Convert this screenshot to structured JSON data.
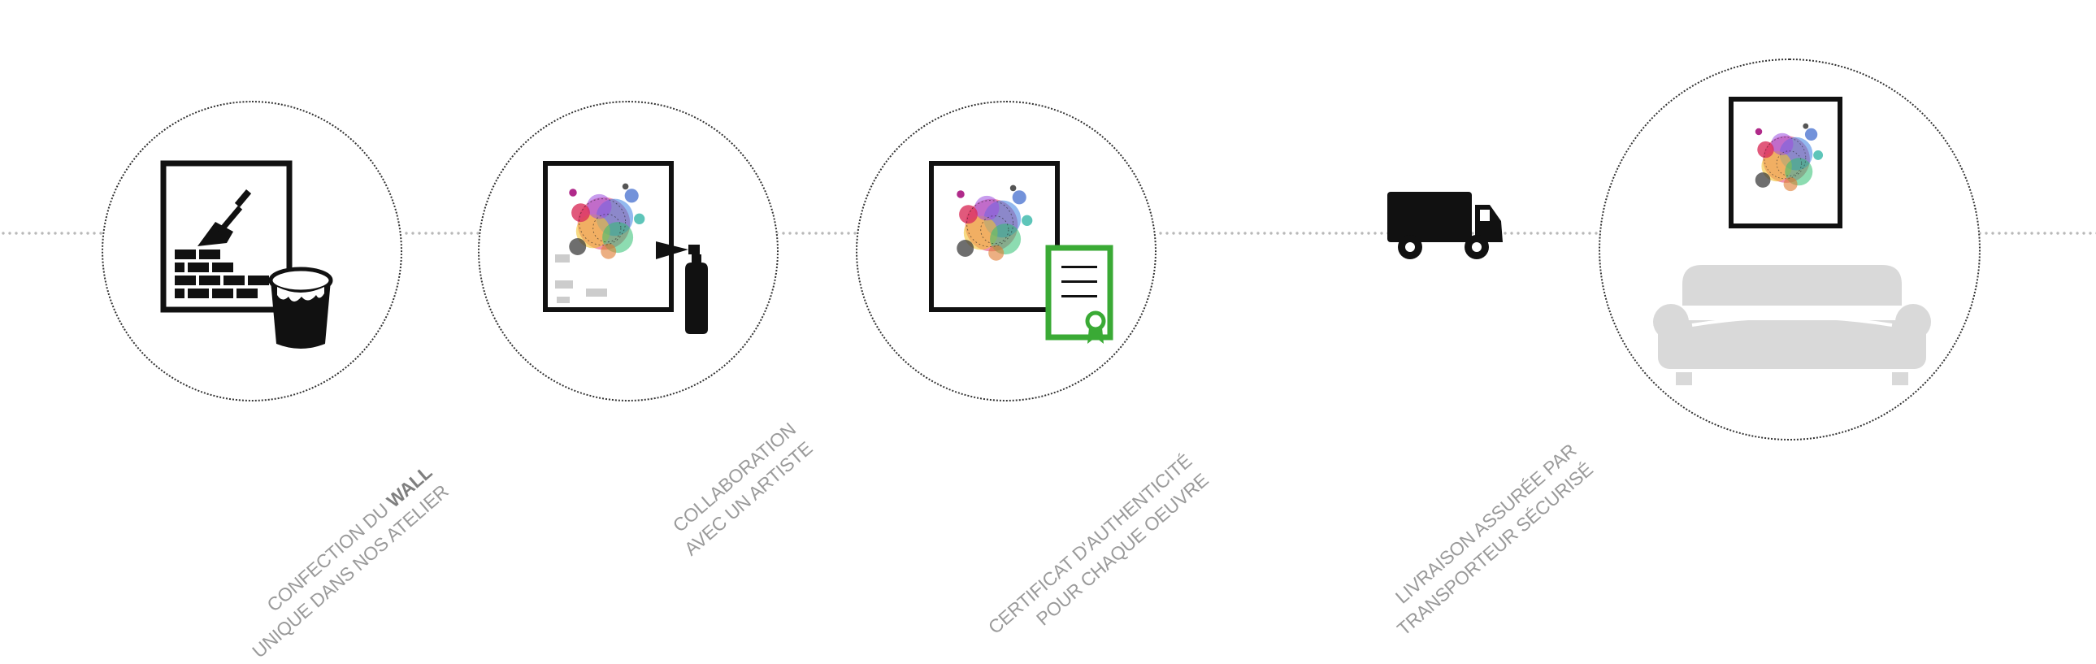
{
  "steps": [
    {
      "id": "confection",
      "caption_line1_before": "CONFECTION DU ",
      "caption_line1_bold": "WALL",
      "caption_line2": "UNIQUE DANS NOS ATELIER",
      "icon": "frame-brick-trowel-paint-bucket-icon"
    },
    {
      "id": "collaboration",
      "caption_line1": "COLLABORATION",
      "caption_line2": "AVEC UN ARTISTE",
      "icon": "artwork-spray-can-icon"
    },
    {
      "id": "certificat",
      "caption_line1": "CERTIFICAT D'AUTHENTICITÉ",
      "caption_line2": "POUR CHAQUE OEUVRE",
      "icon": "artwork-certificate-icon"
    },
    {
      "id": "livraison",
      "caption_line1": "LIVRAISON ASSURÉE PAR",
      "caption_line2": "TRANSPORTEUR SÉCURISÉ",
      "icon": "delivery-truck-icon"
    },
    {
      "id": "installation",
      "icon": "artwork-above-sofa-icon"
    }
  ],
  "colors": {
    "line": "#b8b8b8",
    "icon": "#111111",
    "caption": "#9a9a9a",
    "certificate_green": "#3aaa35",
    "sofa": "#d9d9d9"
  }
}
